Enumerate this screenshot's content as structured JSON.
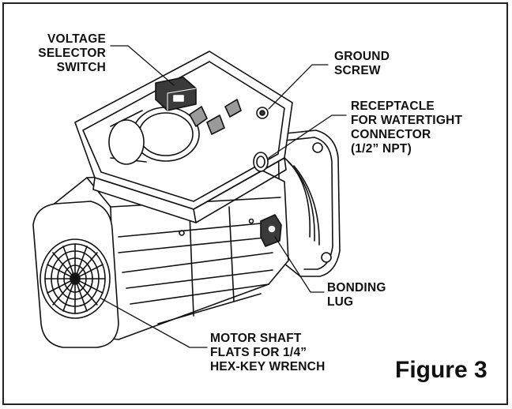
{
  "labels": {
    "voltage_selector": "VOLTAGE\nSELECTOR\nSWITCH",
    "ground_screw": "GROUND\nSCREW",
    "receptacle": "RECEPTACLE\nFOR WATERTIGHT\nCONNECTOR\n(1/2” NPT)",
    "bonding_lug": "BONDING\nLUG",
    "motor_shaft": "MOTOR SHAFT\nFLATS FOR 1/4”\nHEX-KEY WRENCH"
  },
  "caption": "Figure 3",
  "colors": {
    "ink": "#111111",
    "fill_dark": "#3a3a3a",
    "fill_mid": "#9a9a9a"
  }
}
